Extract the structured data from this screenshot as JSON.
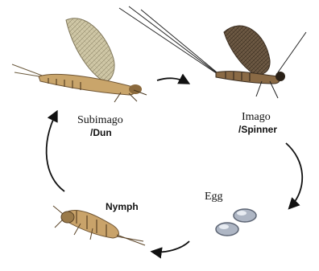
{
  "labels": {
    "subimago": "Subimago",
    "dun": "/Dun",
    "imago": "Imago",
    "spinner": "/Spinner",
    "egg": "Egg",
    "nymph": "Nymph"
  },
  "colors": {
    "arrow": "#111111",
    "wing_subimago": "#cfc7a6",
    "wing_imago": "#6e5a44",
    "body": "#c9a56b",
    "egg": "#aeb6c4"
  }
}
